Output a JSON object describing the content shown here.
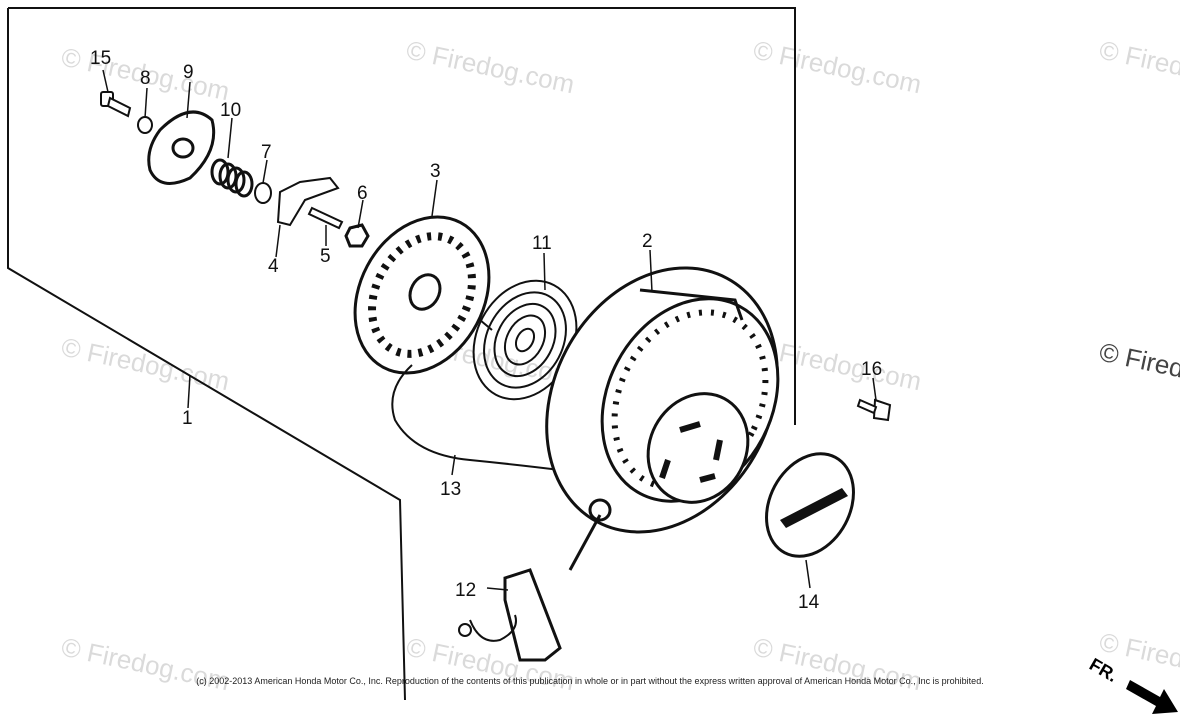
{
  "watermark_text": "© Firedog.com",
  "callouts": {
    "p1": "1",
    "p2": "2",
    "p3": "3",
    "p4": "4",
    "p5": "5",
    "p6": "6",
    "p7": "7",
    "p8": "8",
    "p9": "9",
    "p10": "10",
    "p11": "11",
    "p12": "12",
    "p13": "13",
    "p14": "14",
    "p15": "15",
    "p16": "16"
  },
  "direction_label": "FR.",
  "copyright": "(c) 2002-2013 American Honda Motor Co., Inc. Reproduction of the contents of this publication in whole or in part without the express written approval of American Honda Motor Co., Inc is prohibited."
}
